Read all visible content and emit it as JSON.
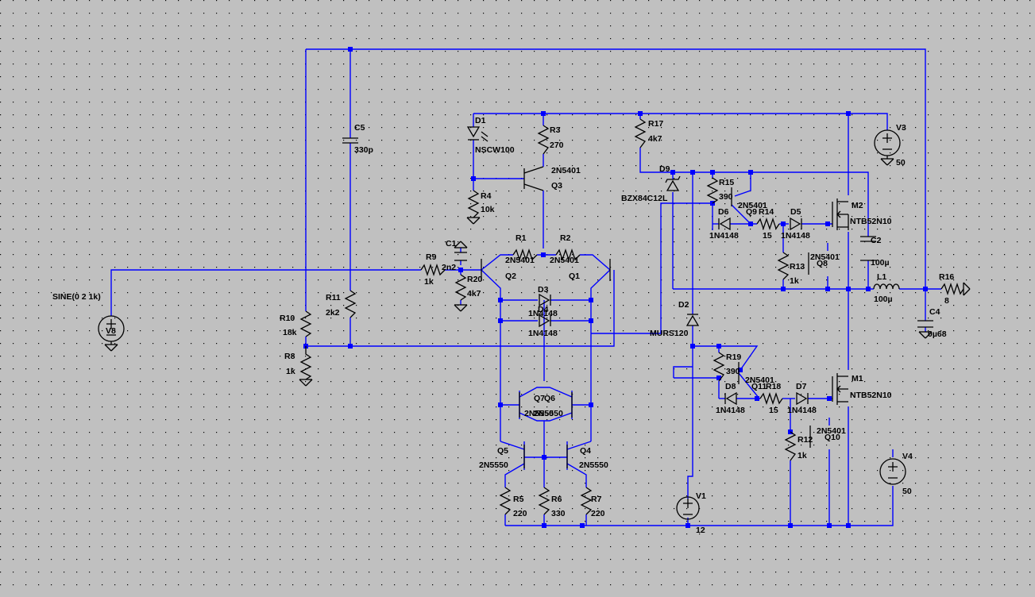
{
  "source": "SINE(0 2 1k)",
  "components": [
    {
      "id": "D1",
      "ref": "D1",
      "value": "NSCW100"
    },
    {
      "id": "R3",
      "ref": "R3",
      "value": "270"
    },
    {
      "id": "Q3",
      "ref": "Q3",
      "value": "2N5401"
    },
    {
      "id": "R4",
      "ref": "R4",
      "value": "10k"
    },
    {
      "id": "R17",
      "ref": "R17",
      "value": "4k7"
    },
    {
      "id": "D9",
      "ref": "D9",
      "value": "BZX84C12L"
    },
    {
      "id": "C5",
      "ref": "C5",
      "value": "330p"
    },
    {
      "id": "R15",
      "ref": "R15",
      "value": "390"
    },
    {
      "id": "Q9",
      "ref": "Q9",
      "value": "2N5401"
    },
    {
      "id": "R14",
      "ref": "R14",
      "value": "15"
    },
    {
      "id": "D6",
      "ref": "D6",
      "value": "1N4148"
    },
    {
      "id": "D5",
      "ref": "D5",
      "value": "1N4148"
    },
    {
      "id": "M2",
      "ref": "M2",
      "value": "NTB52N10"
    },
    {
      "id": "V3",
      "ref": "V3",
      "value": "50"
    },
    {
      "id": "C1",
      "ref": "C1",
      "value": "2n2"
    },
    {
      "id": "R9",
      "ref": "R9",
      "value": "1k"
    },
    {
      "id": "R20",
      "ref": "R20",
      "value": "4k7"
    },
    {
      "id": "R1",
      "ref": "R1",
      "value": ""
    },
    {
      "id": "R2",
      "ref": "R2",
      "value": ""
    },
    {
      "id": "Q2",
      "ref": "Q2",
      "value": "2N5401"
    },
    {
      "id": "Q1",
      "ref": "Q1",
      "value": "2N5401"
    },
    {
      "id": "D3",
      "ref": "D3",
      "value": "1N4148"
    },
    {
      "id": "D4",
      "ref": "D4",
      "value": "1N4148"
    },
    {
      "id": "C2",
      "ref": "C2",
      "value": "100µ"
    },
    {
      "id": "R13",
      "ref": "R13",
      "value": "1k"
    },
    {
      "id": "Q8",
      "ref": "Q8",
      "value": "2N5401"
    },
    {
      "id": "L1",
      "ref": "L1",
      "value": "100µ"
    },
    {
      "id": "R16",
      "ref": "R16",
      "value": "8"
    },
    {
      "id": "C4",
      "ref": "C4",
      "value": "0µ68"
    },
    {
      "id": "V8",
      "ref": "V8",
      "value": ""
    },
    {
      "id": "R10",
      "ref": "R10",
      "value": "18k"
    },
    {
      "id": "R11",
      "ref": "R11",
      "value": "2k2"
    },
    {
      "id": "R8",
      "ref": "R8",
      "value": "1k"
    },
    {
      "id": "D2",
      "ref": "D2",
      "value": "MURS120"
    },
    {
      "id": "R19",
      "ref": "R19",
      "value": "390"
    },
    {
      "id": "Q11",
      "ref": "Q11",
      "value": "2N5401"
    },
    {
      "id": "R18",
      "ref": "R18",
      "value": "15"
    },
    {
      "id": "D8",
      "ref": "D8",
      "value": "1N4148"
    },
    {
      "id": "D7",
      "ref": "D7",
      "value": "1N4148"
    },
    {
      "id": "M1",
      "ref": "M1",
      "value": "NTB52N10"
    },
    {
      "id": "Q7",
      "ref": "Q7",
      "value": "2N5550"
    },
    {
      "id": "Q6",
      "ref": "Q6",
      "value": "2N5550"
    },
    {
      "id": "R12",
      "ref": "R12",
      "value": "1k"
    },
    {
      "id": "Q10",
      "ref": "Q10",
      "value": "2N5401"
    },
    {
      "id": "Q5",
      "ref": "Q5",
      "value": "2N5550"
    },
    {
      "id": "Q4",
      "ref": "Q4",
      "value": "2N5550"
    },
    {
      "id": "R5",
      "ref": "R5",
      "value": "220"
    },
    {
      "id": "R6",
      "ref": "R6",
      "value": "330"
    },
    {
      "id": "R7",
      "ref": "R7",
      "value": "220"
    },
    {
      "id": "V1",
      "ref": "V1",
      "value": "12"
    },
    {
      "id": "V4",
      "ref": "V4",
      "value": "50"
    }
  ]
}
